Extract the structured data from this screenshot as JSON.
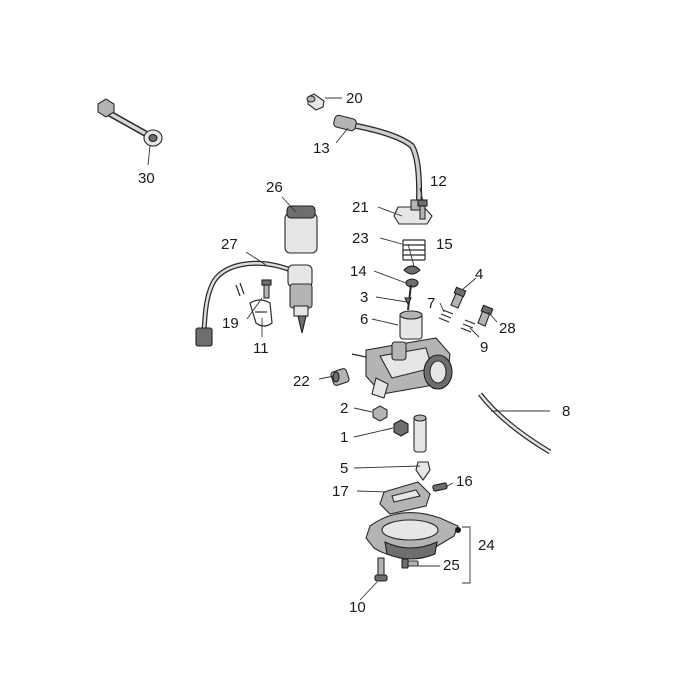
{
  "diagram": {
    "callouts": [
      "20",
      "13",
      "30",
      "12",
      "26",
      "21",
      "23",
      "15",
      "27",
      "14",
      "4",
      "3",
      "7",
      "28",
      "19",
      "6",
      "9",
      "11",
      "22",
      "2",
      "8",
      "1",
      "5",
      "16",
      "17",
      "24",
      "25",
      "10"
    ]
  }
}
